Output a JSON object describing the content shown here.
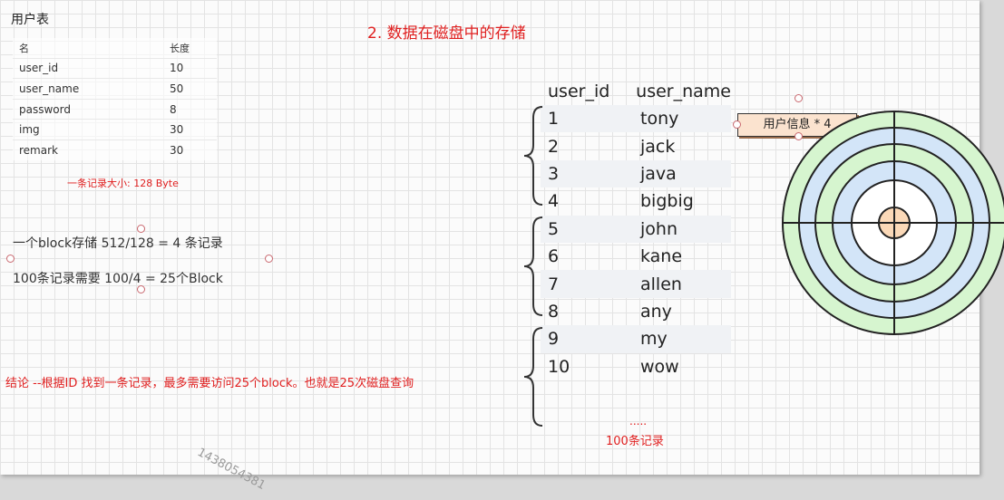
{
  "spec": {
    "title": "用户表",
    "columns": [
      "名",
      "长度"
    ],
    "rows": [
      {
        "name": "user_id",
        "len": "10"
      },
      {
        "name": "user_name",
        "len": "50"
      },
      {
        "name": "password",
        "len": "8"
      },
      {
        "name": "img",
        "len": "30"
      },
      {
        "name": "remark",
        "len": "30"
      }
    ],
    "record_size": "一条记录大小:   128 Byte"
  },
  "main_title": "2.  数据在磁盘中的存储",
  "calc": {
    "line1": "一个block存储 512/128 = 4 条记录",
    "line2": "100条记录需要 100/4 = 25个Block"
  },
  "conclusion": "结论 --根据ID 找到一条记录，最多需要访问25个block。也就是25次磁盘查询",
  "records": {
    "columns": [
      "user_id",
      "user_name"
    ],
    "rows": [
      {
        "id": "1",
        "name": "tony"
      },
      {
        "id": "2",
        "name": "jack"
      },
      {
        "id": "3",
        "name": "java"
      },
      {
        "id": "4",
        "name": "bigbig"
      },
      {
        "id": "5",
        "name": "john"
      },
      {
        "id": "6",
        "name": "kane"
      },
      {
        "id": "7",
        "name": "allen"
      },
      {
        "id": "8",
        "name": "any"
      },
      {
        "id": "9",
        "name": "my"
      },
      {
        "id": "10",
        "name": "wow"
      }
    ],
    "ellipsis": ".....",
    "count_label": "100条记录"
  },
  "disk_label": "用户信息 * 4",
  "watermark": "1438054381",
  "colors": {
    "accent": "#e02020",
    "ring_green": "#d6f5cf",
    "ring_blue": "#d3e5f8",
    "center": "#fbd9b8"
  }
}
